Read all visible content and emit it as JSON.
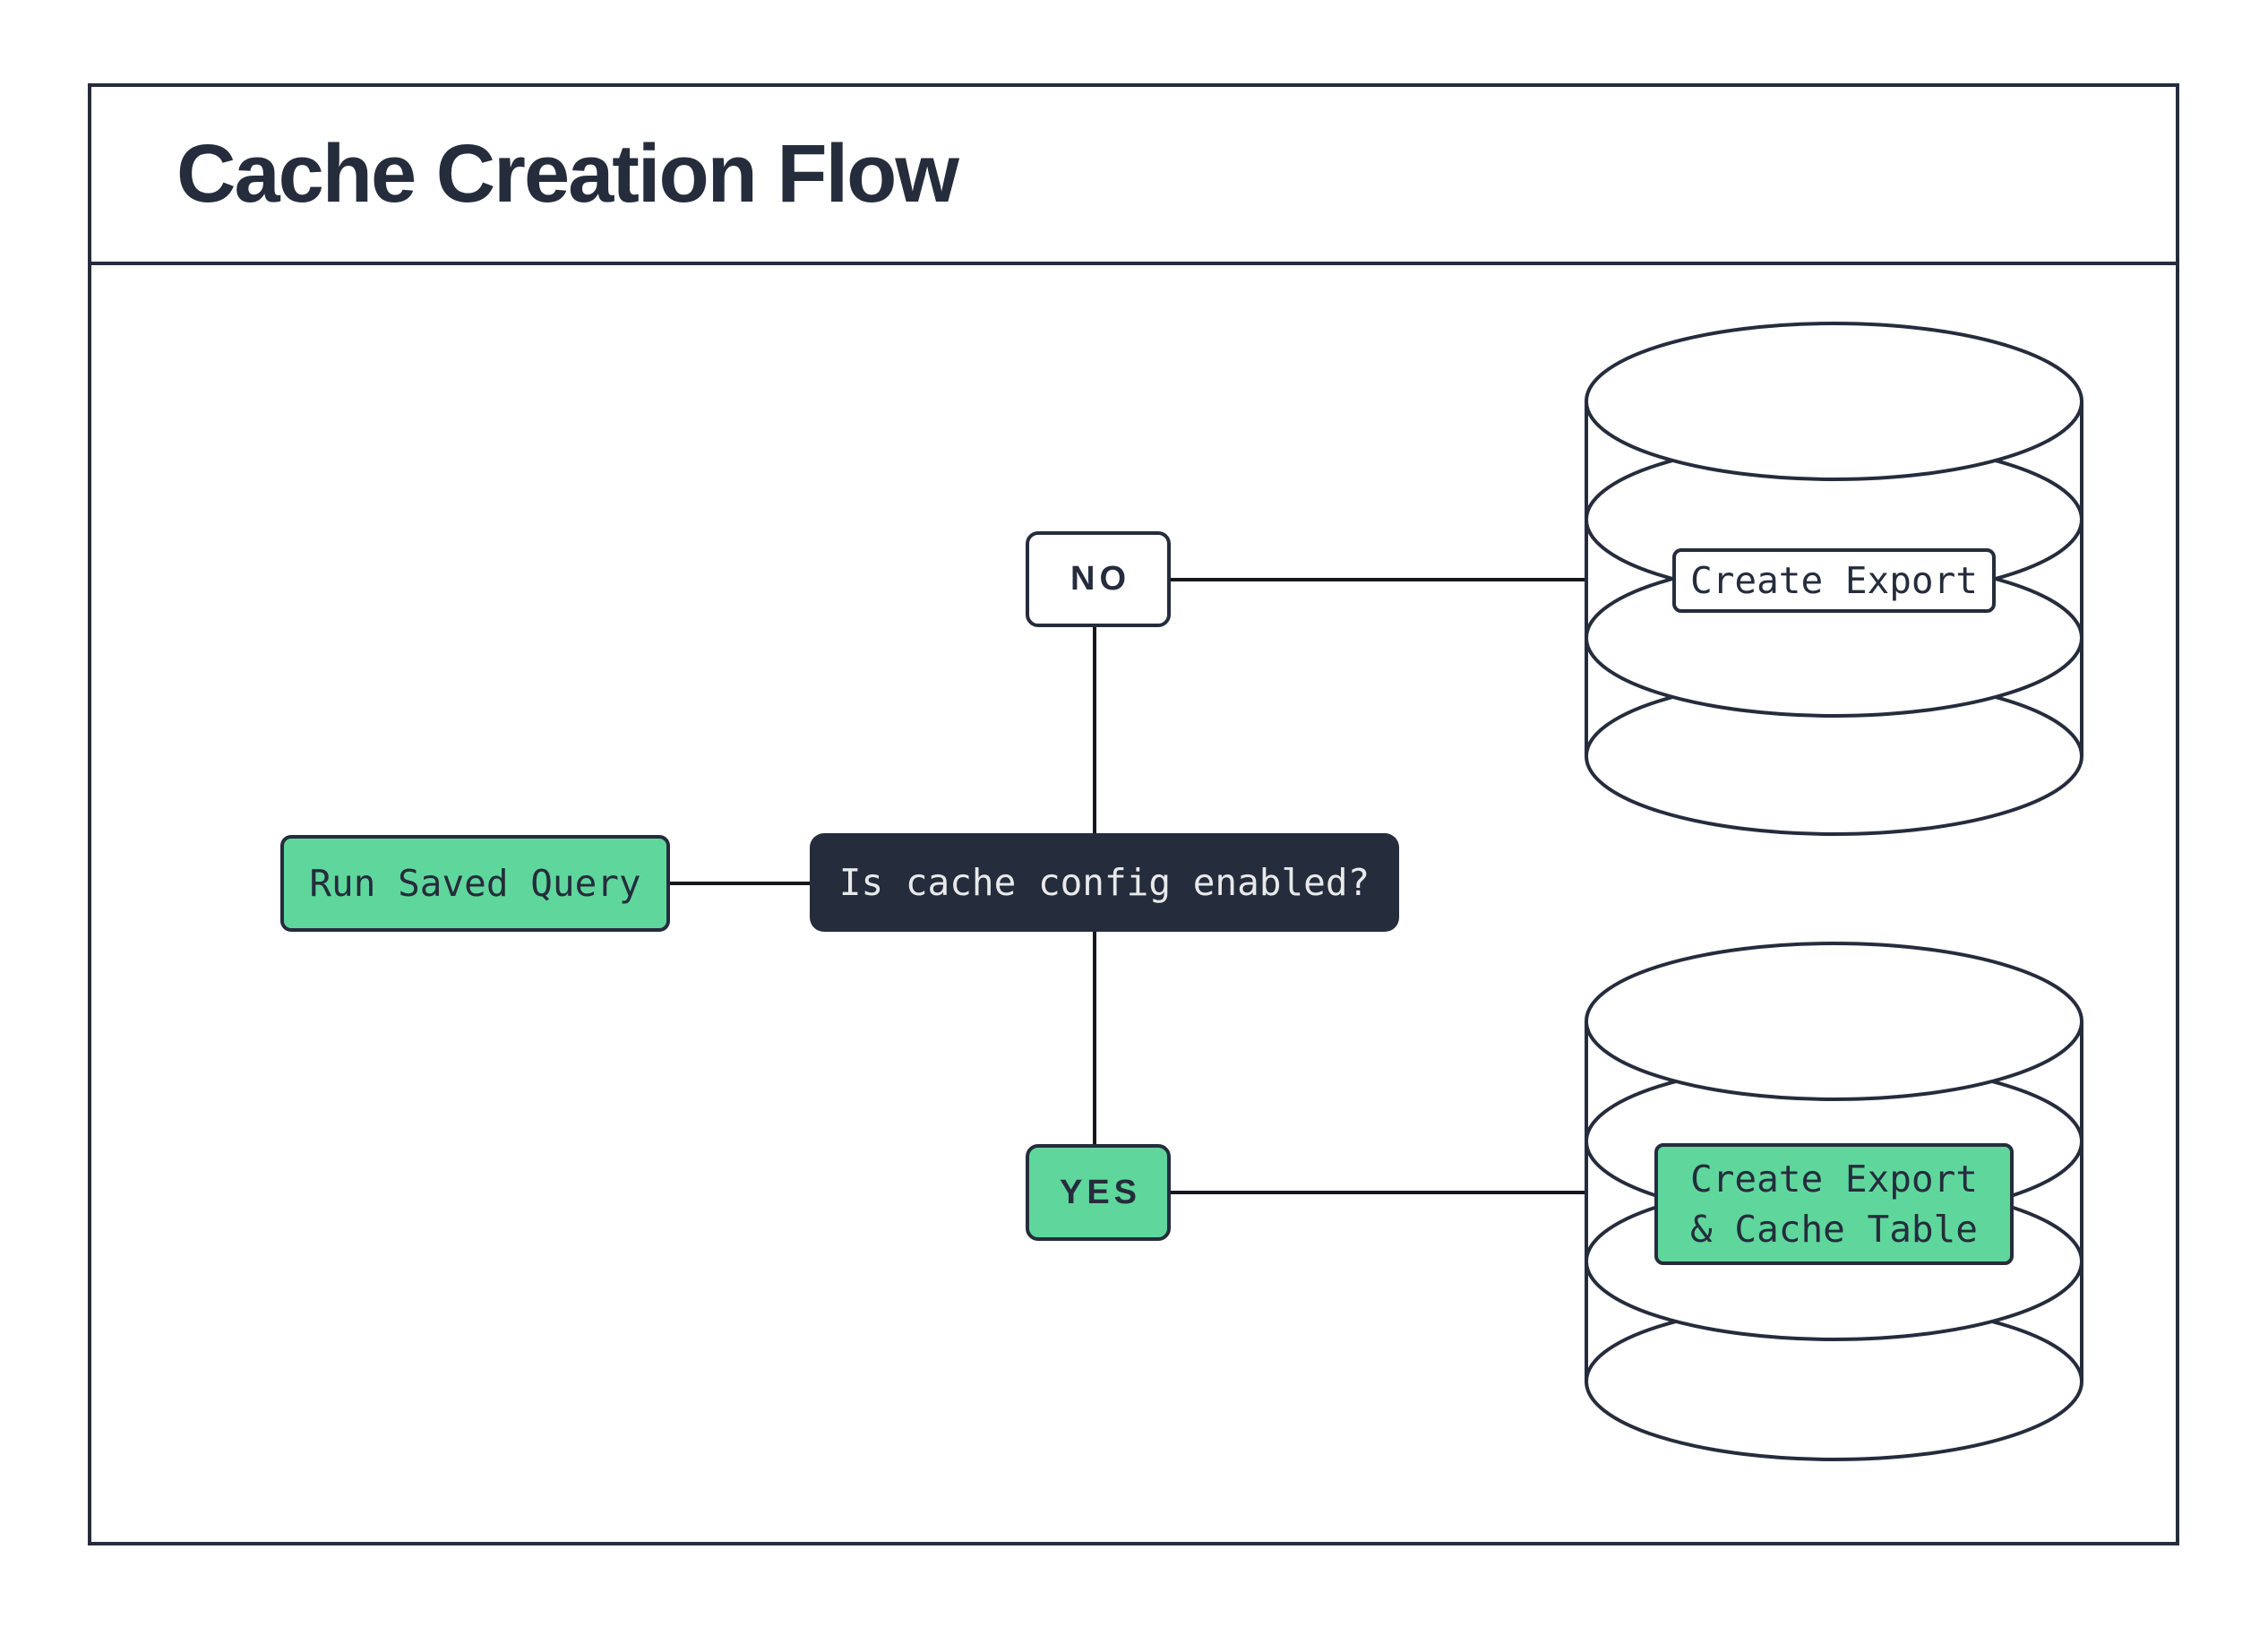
{
  "title": "Cache Creation Flow",
  "colors": {
    "ink": "#252c3c",
    "green": "#5fd79c",
    "surface": "#ffffff",
    "decision_text": "#e8e9ea",
    "connector": "#16181d"
  },
  "flow": {
    "start": {
      "label": "Run Saved Query"
    },
    "decision": {
      "label": "Is cache config enabled?"
    },
    "branch_no": {
      "label": "NO"
    },
    "branch_yes": {
      "label": "YES"
    },
    "no_result": {
      "label": "Create Export"
    },
    "yes_result": {
      "label": "Create Export\n& Cache Table"
    }
  },
  "icons": {
    "no_result_icon": "database-cylinder",
    "yes_result_icon": "database-cylinder"
  }
}
